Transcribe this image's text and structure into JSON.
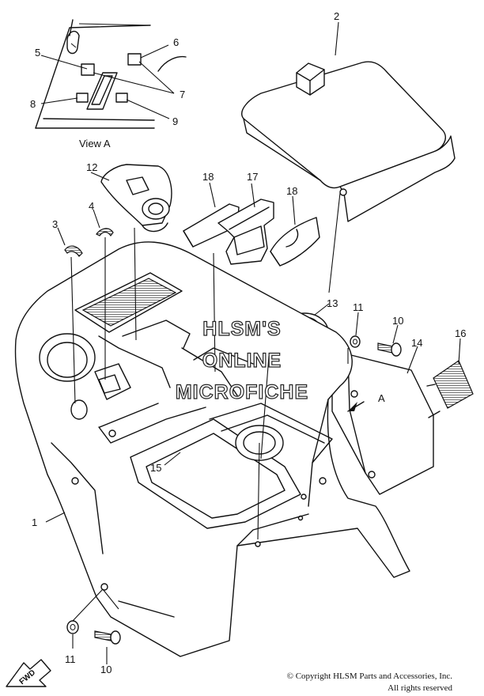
{
  "view_label": "View A",
  "arrow_label": "A",
  "fwd_label": "FWD",
  "callouts": {
    "c1": "1",
    "c2": "2",
    "c3": "3",
    "c4": "4",
    "c5": "5",
    "c6": "6",
    "c7": "7",
    "c8": "8",
    "c9": "9",
    "c10a": "10",
    "c10b": "10",
    "c11a": "11",
    "c11b": "11",
    "c12": "12",
    "c13": "13",
    "c14": "14",
    "c15": "15",
    "c16": "16",
    "c17": "17",
    "c18a": "18",
    "c18b": "18"
  },
  "watermark": {
    "line1": "HLSM'S",
    "line2": "ONLINE",
    "line3": "MICROFICHE"
  },
  "copyright": {
    "line1": "© Copyright HLSM Parts and Accessories, Inc.",
    "line2": "All rights reserved"
  }
}
